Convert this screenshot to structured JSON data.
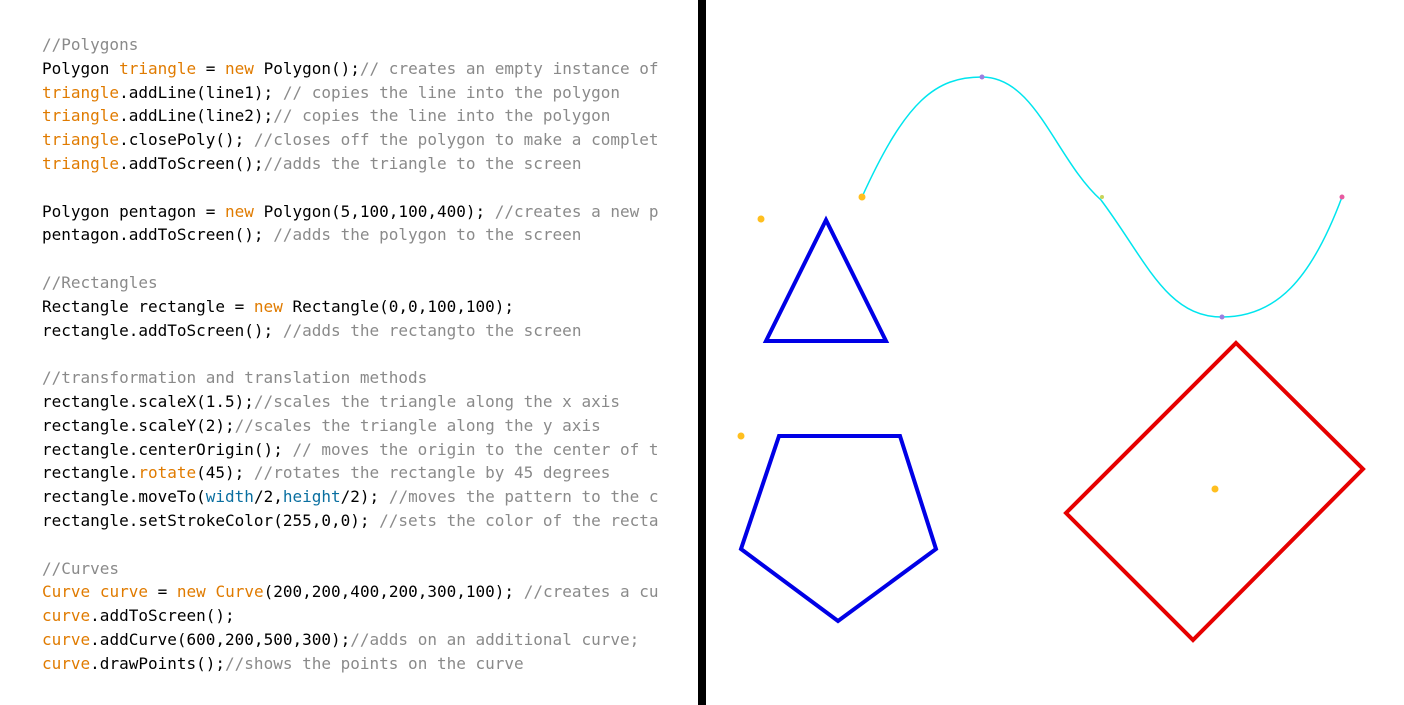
{
  "editor": {
    "lines": [
      [
        {
          "t": "//Polygons",
          "c": "cmt"
        }
      ],
      [
        {
          "t": "Polygon ",
          "c": "plain"
        },
        {
          "t": "triangle",
          "c": "var"
        },
        {
          "t": " = ",
          "c": "plain"
        },
        {
          "t": "new",
          "c": "kw"
        },
        {
          "t": " Polygon();",
          "c": "plain"
        },
        {
          "t": "// creates an empty instance of",
          "c": "cmt"
        }
      ],
      [
        {
          "t": "triangle",
          "c": "var"
        },
        {
          "t": ".addLine(line1); ",
          "c": "plain"
        },
        {
          "t": "// copies the line into the polygon",
          "c": "cmt"
        }
      ],
      [
        {
          "t": "triangle",
          "c": "var"
        },
        {
          "t": ".addLine(line2);",
          "c": "plain"
        },
        {
          "t": "// copies the line into the polygon",
          "c": "cmt"
        }
      ],
      [
        {
          "t": "triangle",
          "c": "var"
        },
        {
          "t": ".closePoly(); ",
          "c": "plain"
        },
        {
          "t": "//closes off the polygon to make a complet",
          "c": "cmt"
        }
      ],
      [
        {
          "t": "triangle",
          "c": "var"
        },
        {
          "t": ".addToScreen();",
          "c": "plain"
        },
        {
          "t": "//adds the triangle to the screen",
          "c": "cmt"
        }
      ],
      [],
      [
        {
          "t": "Polygon pentagon = ",
          "c": "plain"
        },
        {
          "t": "new",
          "c": "kw"
        },
        {
          "t": " Polygon(5,100,100,400); ",
          "c": "plain"
        },
        {
          "t": "//creates a new p",
          "c": "cmt"
        }
      ],
      [
        {
          "t": "pentagon.addToScreen(); ",
          "c": "plain"
        },
        {
          "t": "//adds the polygon to the screen",
          "c": "cmt"
        }
      ],
      [],
      [
        {
          "t": "//Rectangles",
          "c": "cmt"
        }
      ],
      [
        {
          "t": "Rectangle rectangle = ",
          "c": "plain"
        },
        {
          "t": "new",
          "c": "kw"
        },
        {
          "t": " Rectangle(0,0,100,100);",
          "c": "plain"
        }
      ],
      [
        {
          "t": "rectangle.addToScreen(); ",
          "c": "plain"
        },
        {
          "t": "//adds the rectangto the screen",
          "c": "cmt"
        }
      ],
      [],
      [
        {
          "t": "//transformation and translation methods",
          "c": "cmt"
        }
      ],
      [
        {
          "t": "rectangle.scaleX(1.5);",
          "c": "plain"
        },
        {
          "t": "//scales the triangle along the x axis",
          "c": "cmt"
        }
      ],
      [
        {
          "t": "rectangle.scaleY(2);",
          "c": "plain"
        },
        {
          "t": "//scales the triangle along the y axis",
          "c": "cmt"
        }
      ],
      [
        {
          "t": "rectangle.centerOrigin(); ",
          "c": "plain"
        },
        {
          "t": "// moves the origin to the center of t",
          "c": "cmt"
        }
      ],
      [
        {
          "t": "rectangle.",
          "c": "plain"
        },
        {
          "t": "rotate",
          "c": "kw"
        },
        {
          "t": "(45); ",
          "c": "plain"
        },
        {
          "t": "//rotates the rectangle by 45 degrees",
          "c": "cmt"
        }
      ],
      [
        {
          "t": "rectangle.moveTo(",
          "c": "plain"
        },
        {
          "t": "width",
          "c": "blue"
        },
        {
          "t": "/2,",
          "c": "plain"
        },
        {
          "t": "height",
          "c": "blue"
        },
        {
          "t": "/2); ",
          "c": "plain"
        },
        {
          "t": "//moves the pattern to the c",
          "c": "cmt"
        }
      ],
      [
        {
          "t": "rectangle.setStrokeColor(255,0,0); ",
          "c": "plain"
        },
        {
          "t": "//sets the color of the recta",
          "c": "cmt"
        }
      ],
      [],
      [
        {
          "t": "//Curves",
          "c": "cmt"
        }
      ],
      [
        {
          "t": "Curve",
          "c": "kw"
        },
        {
          "t": " ",
          "c": "plain"
        },
        {
          "t": "curve",
          "c": "var"
        },
        {
          "t": " = ",
          "c": "plain"
        },
        {
          "t": "new",
          "c": "kw"
        },
        {
          "t": " ",
          "c": "plain"
        },
        {
          "t": "Curve",
          "c": "kw"
        },
        {
          "t": "(200,200,400,200,300,100); ",
          "c": "plain"
        },
        {
          "t": "//creates a cu",
          "c": "cmt"
        }
      ],
      [
        {
          "t": "curve",
          "c": "var"
        },
        {
          "t": ".addToScreen();",
          "c": "plain"
        }
      ],
      [
        {
          "t": "curve",
          "c": "var"
        },
        {
          "t": ".addCurve(600,200,500,300);",
          "c": "plain"
        },
        {
          "t": "//adds on an additional curve;",
          "c": "cmt"
        }
      ],
      [
        {
          "t": "curve",
          "c": "var"
        },
        {
          "t": ".drawPoints();",
          "c": "plain"
        },
        {
          "t": "//shows the points on the curve",
          "c": "cmt"
        }
      ]
    ]
  },
  "canvas": {
    "colors": {
      "triangle": "#0000e6",
      "pentagon": "#0000e6",
      "rectangle": "#e60000",
      "curve": "#00e5ee",
      "origin_dot": "#ffbf1f",
      "control_point": "#9b7fe0",
      "end_point": "#e65aa0",
      "mid_point": "#c8d45a"
    }
  }
}
